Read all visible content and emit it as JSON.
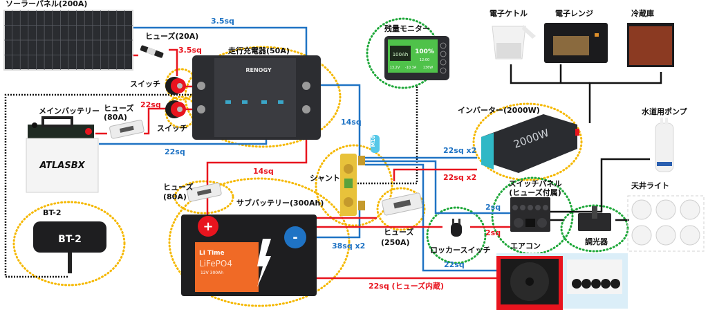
{
  "colors": {
    "positive_wire": "#e8141e",
    "negative_wire": "#1f73c4",
    "ac_wire": "#111111",
    "signal_wire": "#111111",
    "group_primary": "#f5b800",
    "group_secondary": "#1fa83a",
    "terminal_positive": "#e8141e",
    "terminal_negative": "#1f73c4"
  },
  "components": {
    "solar_panel": {
      "label": "ソーラーパネル(200A)"
    },
    "fuse_20a": {
      "label": "ヒューズ(20A)"
    },
    "dc_charger": {
      "label": "走行充電器(50A)",
      "brand": "RENOGY"
    },
    "switch_top": {
      "label": "スイッチ"
    },
    "switch_bottom": {
      "label": "スイッチ"
    },
    "main_battery": {
      "label": "メインバッテリー",
      "brand": "ATLASBX"
    },
    "fuse_80a_main": {
      "label": "ヒューズ",
      "rating": "(80A)"
    },
    "battery_monitor": {
      "label": "残量モニター",
      "screen": {
        "capacity": "100Ah",
        "percent": "100%",
        "time": "12:00",
        "voltage": "13.2V",
        "current": "-10.3A",
        "power": "136W"
      }
    },
    "kettle": {
      "label": "電子ケトル"
    },
    "microwave": {
      "label": "電子レンジ"
    },
    "fridge": {
      "label": "冷蔵庫"
    },
    "inverter": {
      "label": "インバーター(2000W)",
      "model_text": "2000W"
    },
    "water_pump": {
      "label": "水道用ポンプ"
    },
    "ceiling_lights": {
      "label": "天井ライト",
      "count": 6
    },
    "shunt": {
      "label": "シャント",
      "tag": "M10"
    },
    "fuse_80a_sub": {
      "label": "ヒューズ",
      "rating": "(80A)"
    },
    "sub_battery": {
      "label": "サブバッテリー(300Ah)",
      "brand": "Li Time",
      "chem": "LiFePO4",
      "spec": "12V 300Ah",
      "pos_symbol": "+",
      "neg_symbol": "-"
    },
    "fuse_250a": {
      "label": "ヒューズ",
      "rating": "(250A)"
    },
    "switch_panel": {
      "label_line1": "スイッチパネル",
      "label_line2": "(ヒューズ付属)"
    },
    "dimmer": {
      "label": "調光器"
    },
    "rocker_switch": {
      "label": "ロッカースイッチ"
    },
    "air_conditioner": {
      "label": "エアコン"
    },
    "bt2": {
      "label": "BT-2",
      "device_text": "BT-2"
    }
  },
  "wire_labels": {
    "solar_to_charger": "3.5sq",
    "solar_fuse_positive": "3.5sq",
    "main_switch_positive": "22sq",
    "main_negative": "22sq",
    "charger_negative": "14sq",
    "charger_positive": "14sq",
    "inverter_negative": "22sq x2",
    "inverter_positive": "22sq x2",
    "panel_negative": "2sq",
    "panel_positive": "2sq",
    "aircon_negative": "22sq",
    "battery_negative": "38sq x2",
    "aircon_positive": "22sq (ヒューズ内蔵)"
  }
}
